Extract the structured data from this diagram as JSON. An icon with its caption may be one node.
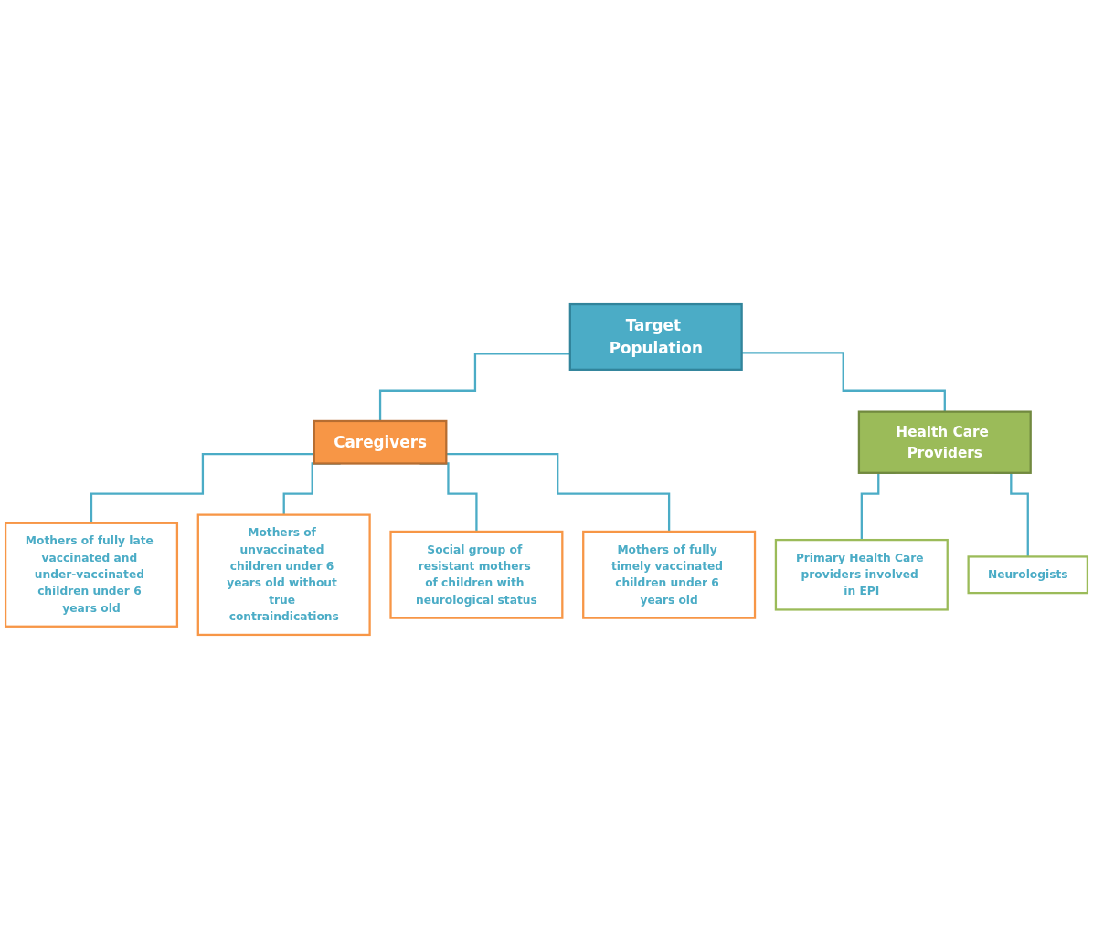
{
  "diagram": {
    "nodes": [
      {
        "text": [
          "Target Population"
        ]
      },
      {
        "text": [
          "Caregivers"
        ]
      },
      {
        "text": [
          "Health Care Providers"
        ]
      },
      {
        "text": [
          "Mothers of fully late vaccinated and under-vaccinated children under 6 years old"
        ]
      },
      {
        "text": [
          "Mothers of unvaccinated children under 6 years old without true contraindications"
        ]
      },
      {
        "text": [
          "Social group of resistant mothers of children with neurological status"
        ]
      },
      {
        "text": [
          "Mothers of fully timely vaccinated children under 6 years old"
        ]
      },
      {
        "text": [
          "Primary Health Care providers involved in EPI"
        ]
      },
      {
        "text": [
          "Neurologists"
        ]
      }
    ],
    "edges": [
      {
        "from": 0,
        "to": 1,
        "arrow": "none"
      },
      {
        "from": 0,
        "to": 2,
        "arrow": "none"
      },
      {
        "from": 1,
        "to": 3,
        "arrow": "none"
      },
      {
        "from": 1,
        "to": 4,
        "arrow": "none"
      },
      {
        "from": 1,
        "to": 5,
        "arrow": "none"
      },
      {
        "from": 1,
        "to": 6,
        "arrow": "none"
      },
      {
        "from": 2,
        "to": 7,
        "arrow": "none"
      },
      {
        "from": 2,
        "to": 8,
        "arrow": "none"
      }
    ]
  }
}
